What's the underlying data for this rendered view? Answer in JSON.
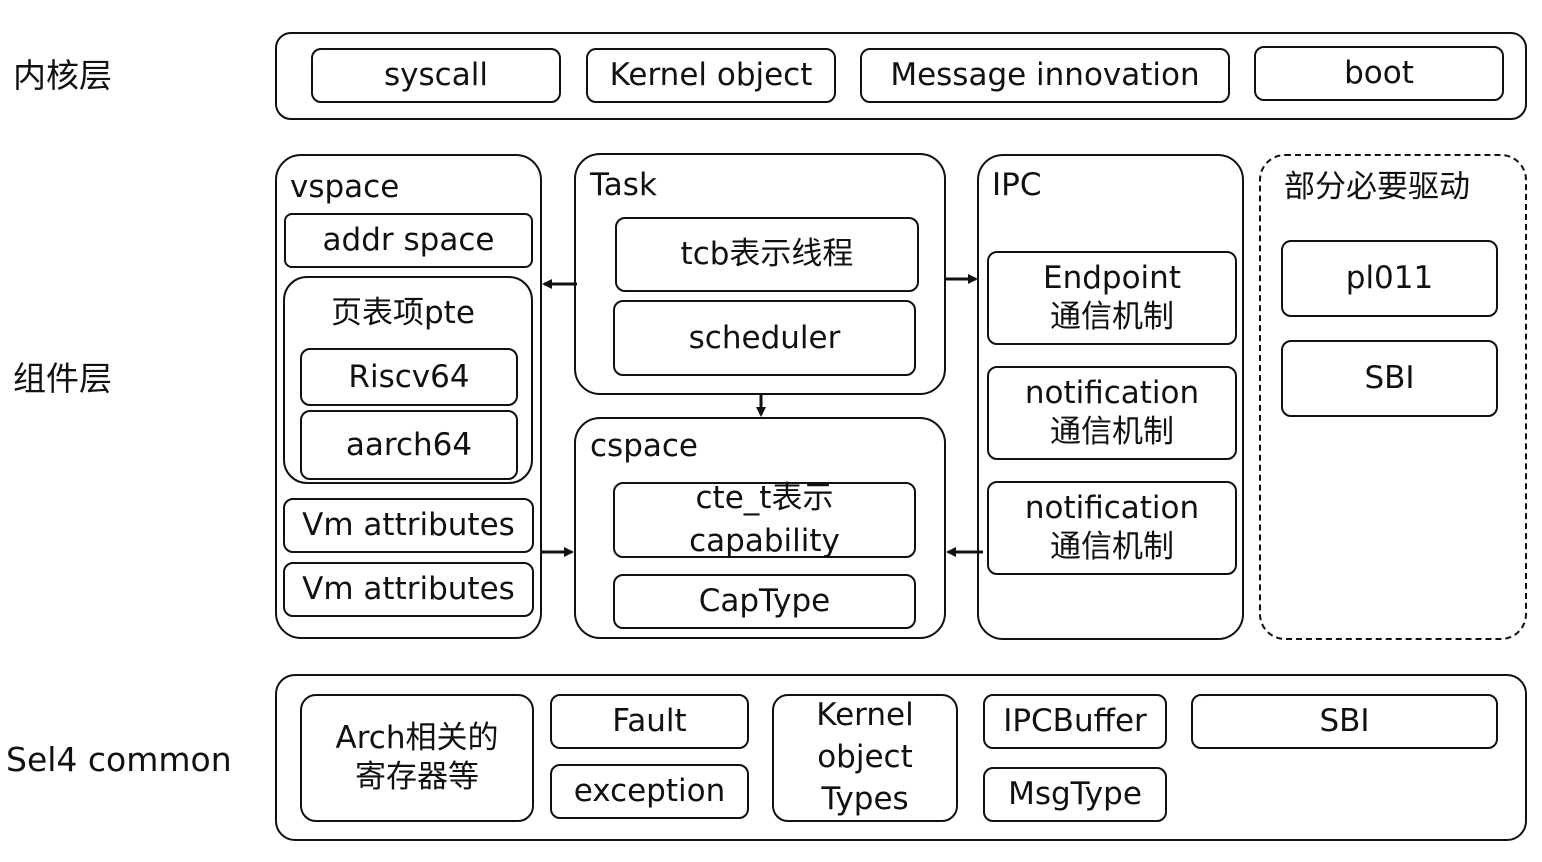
{
  "layers": {
    "kernel": "内核层",
    "component": "组件层",
    "common": "Sel4 common"
  },
  "kernel_layer": {
    "syscall": "syscall",
    "kernel_object": "Kernel object",
    "message": "Message innovation",
    "boot": "boot"
  },
  "vspace": {
    "title": "vspace",
    "addr_space": "addr space",
    "pte_title": "页表项pte",
    "riscv": "Riscv64",
    "aarch": "aarch64",
    "vm_attr_1": "Vm attributes",
    "vm_attr_2": "Vm attributes"
  },
  "task": {
    "title": "Task",
    "tcb": "tcb表示线程",
    "scheduler": "scheduler"
  },
  "cspace": {
    "title": "cspace",
    "cte": "cte_t表示\ncapability",
    "captype": "CapType"
  },
  "ipc": {
    "title": "IPC",
    "endpoint": "Endpoint\n通信机制",
    "notification_1": "notification\n通信机制",
    "notification_2": "notification\n通信机制"
  },
  "drivers": {
    "title": "部分必要驱动",
    "pl011": "pl011",
    "sbi": "SBI"
  },
  "common": {
    "arch": "Arch相关的\n寄存器等",
    "fault": "Fault",
    "exception": "exception",
    "kernel_types": "Kernel\nobject\nTypes",
    "ipcbuffer": "IPCBuffer",
    "msgtype": "MsgType",
    "sbi": "SBI"
  }
}
